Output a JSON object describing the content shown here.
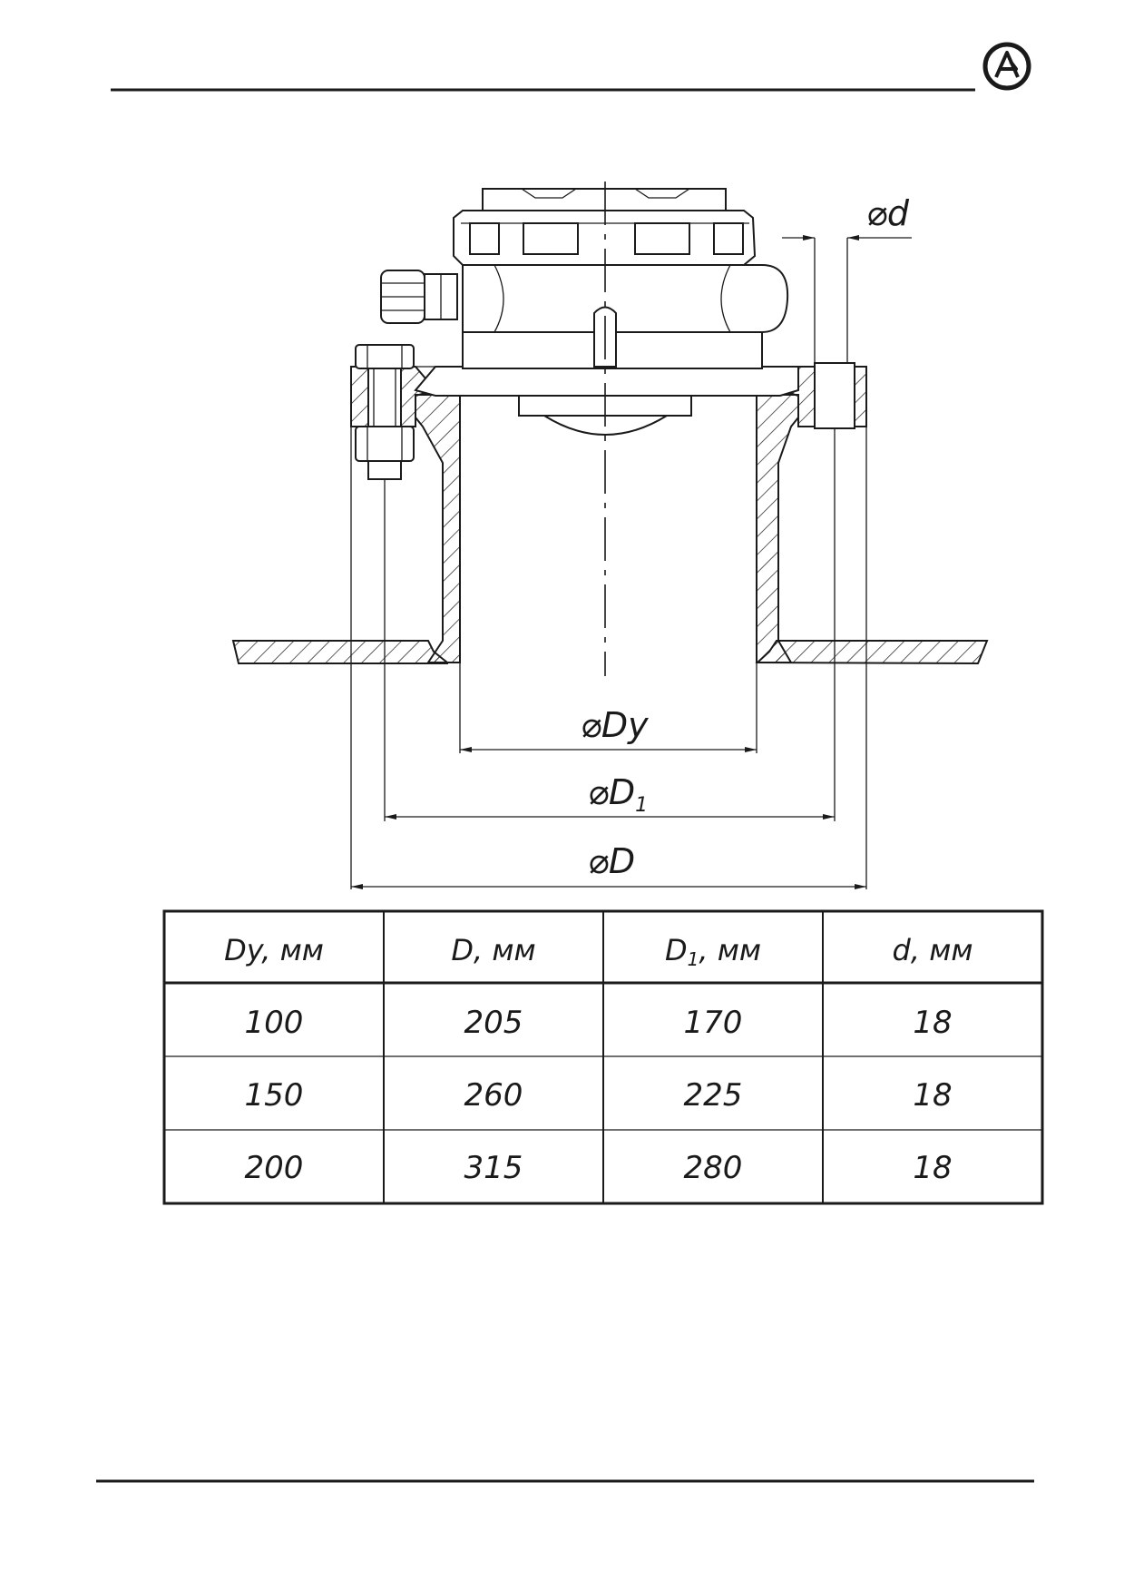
{
  "drawing": {
    "dimension_labels": {
      "d": "⌀d",
      "Dy": "⌀Dy",
      "D1": "⌀D",
      "D1_sub": "1",
      "D": "⌀D"
    }
  },
  "table": {
    "headers": [
      {
        "main": "Dy, мм",
        "sub": ""
      },
      {
        "main": "D, мм",
        "sub": ""
      },
      {
        "main": "D",
        "sub": "1",
        "rest": ", мм"
      },
      {
        "main": "d, мм",
        "sub": ""
      }
    ],
    "rows": [
      [
        "100",
        "205",
        "170",
        "18"
      ],
      [
        "150",
        "260",
        "225",
        "18"
      ],
      [
        "200",
        "315",
        "280",
        "18"
      ]
    ]
  },
  "colors": {
    "ink": "#1a1a1a",
    "paper": "#ffffff"
  },
  "icons": {
    "logo": "company-logo-icon"
  }
}
